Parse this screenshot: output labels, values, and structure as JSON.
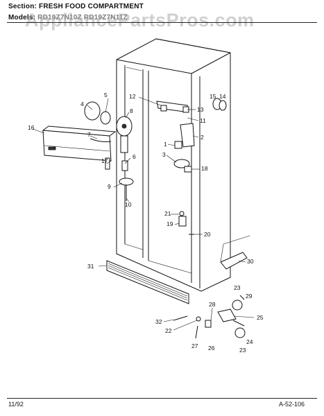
{
  "header": {
    "section_prefix": "Section:",
    "section_title": "FRESH FOOD COMPARTMENT",
    "model_prefix": "Models",
    "model_values": "RD19Z7N10Z  RD19Z7N11Z"
  },
  "watermark": "AppliancePartsPros.com",
  "footer": {
    "date": "11/92",
    "page_code": "A-52-106"
  },
  "callouts": [
    "1",
    "2",
    "3",
    "4",
    "5",
    "6",
    "7",
    "8",
    "9",
    "10",
    "11",
    "12",
    "13",
    "14",
    "15",
    "16",
    "17",
    "18",
    "19",
    "20",
    "21",
    "22",
    "23",
    "23",
    "24",
    "25",
    "26",
    "27",
    "28",
    "29",
    "30",
    "31",
    "32"
  ]
}
